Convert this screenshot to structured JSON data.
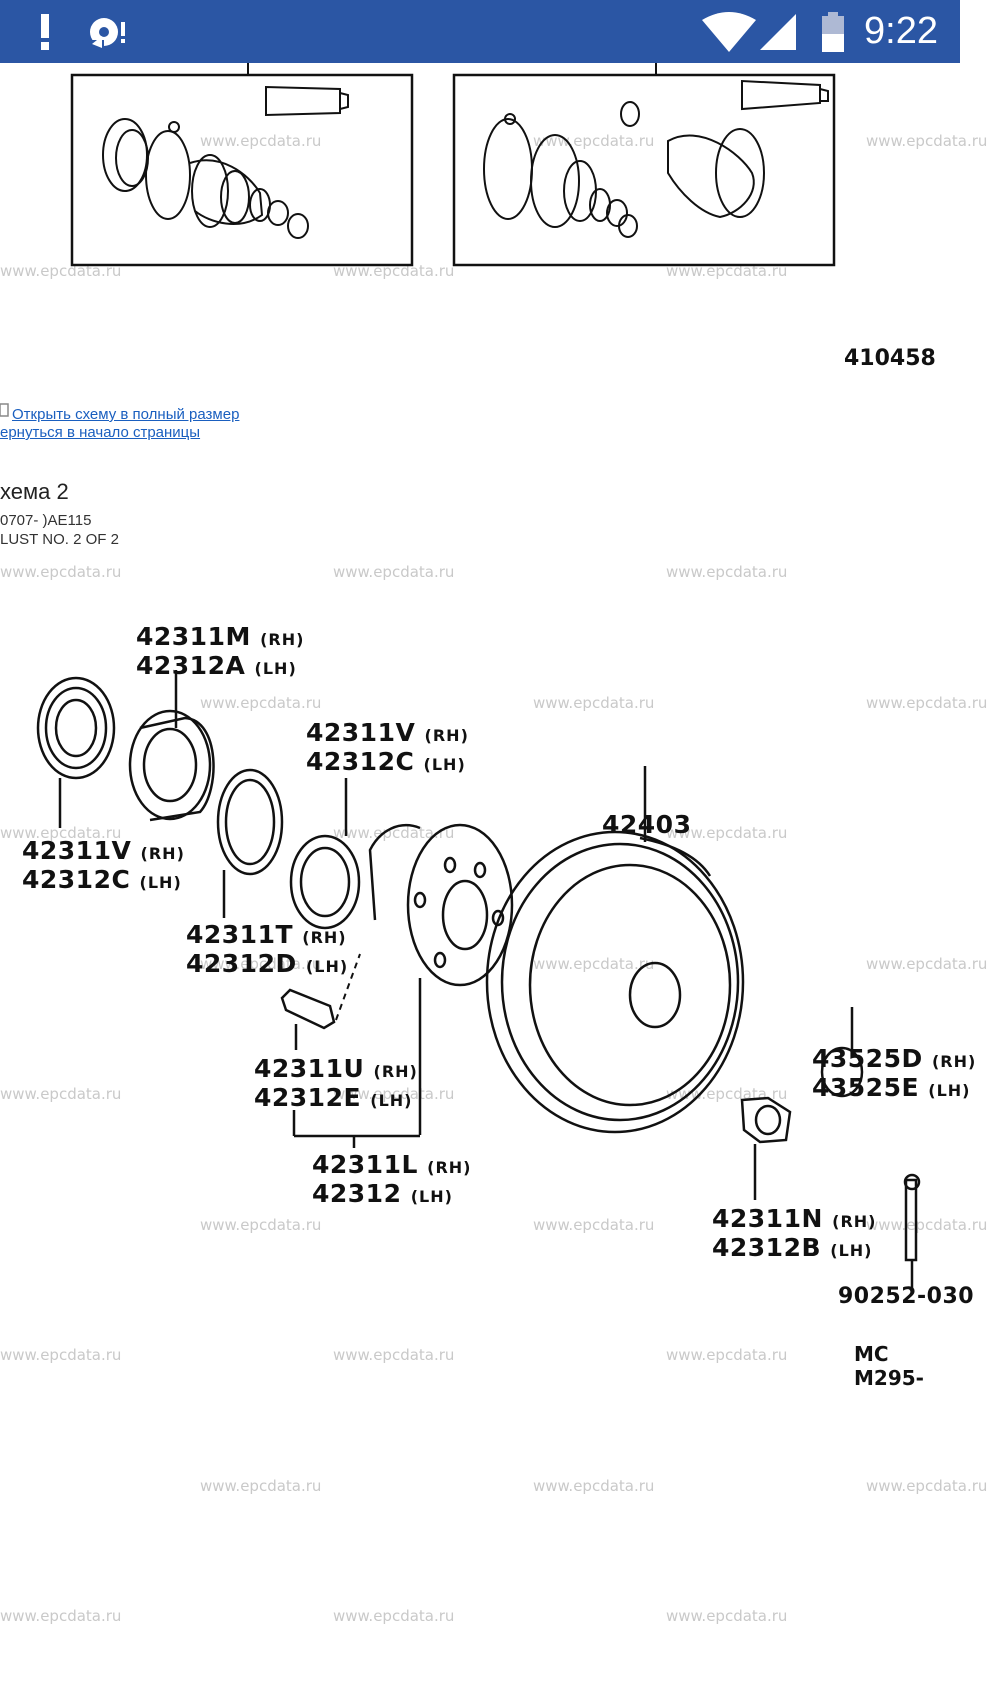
{
  "status_bar": {
    "time": "9:22",
    "icons": [
      "alert-icon",
      "sync-icon",
      "wifi-icon",
      "signal-icon",
      "battery-icon"
    ]
  },
  "watermark": "www.epcdata.ru",
  "diagram_top": {
    "number": "410458"
  },
  "links": {
    "open_full": "Открыть схему в полный размер",
    "back_to_top": "ернуться в начало страницы"
  },
  "section": {
    "title": "хема 2",
    "period": "0707- )AE115",
    "illust": "LUST NO. 2 OF 2"
  },
  "diagram_main": {
    "parts": [
      {
        "a": "42311M",
        "a_side": "(RH)",
        "b": "42312A",
        "b_side": "(LH)"
      },
      {
        "a": "42311V",
        "a_side": "(RH)",
        "b": "42312C",
        "b_side": "(LH)"
      },
      {
        "a": "42311V",
        "a_side": "(RH)",
        "b": "42312C",
        "b_side": "(LH)"
      },
      {
        "a": "42311T",
        "a_side": "(RH)",
        "b": "42312D",
        "b_side": "(LH)"
      },
      {
        "a": "42311U",
        "a_side": "(RH)",
        "b": "42312E",
        "b_side": "(LH)"
      },
      {
        "a": "42311L",
        "a_side": "(RH)",
        "b": "42312",
        "b_side": "(LH)"
      },
      {
        "a": "42311N",
        "a_side": "(RH)",
        "b": "42312B",
        "b_side": "(LH)"
      },
      {
        "a": "43525D",
        "a_side": "(RH)",
        "b": "43525E",
        "b_side": "(LH)"
      }
    ],
    "drum": "42403",
    "bolt": "90252-030",
    "code": "MC M295-"
  }
}
